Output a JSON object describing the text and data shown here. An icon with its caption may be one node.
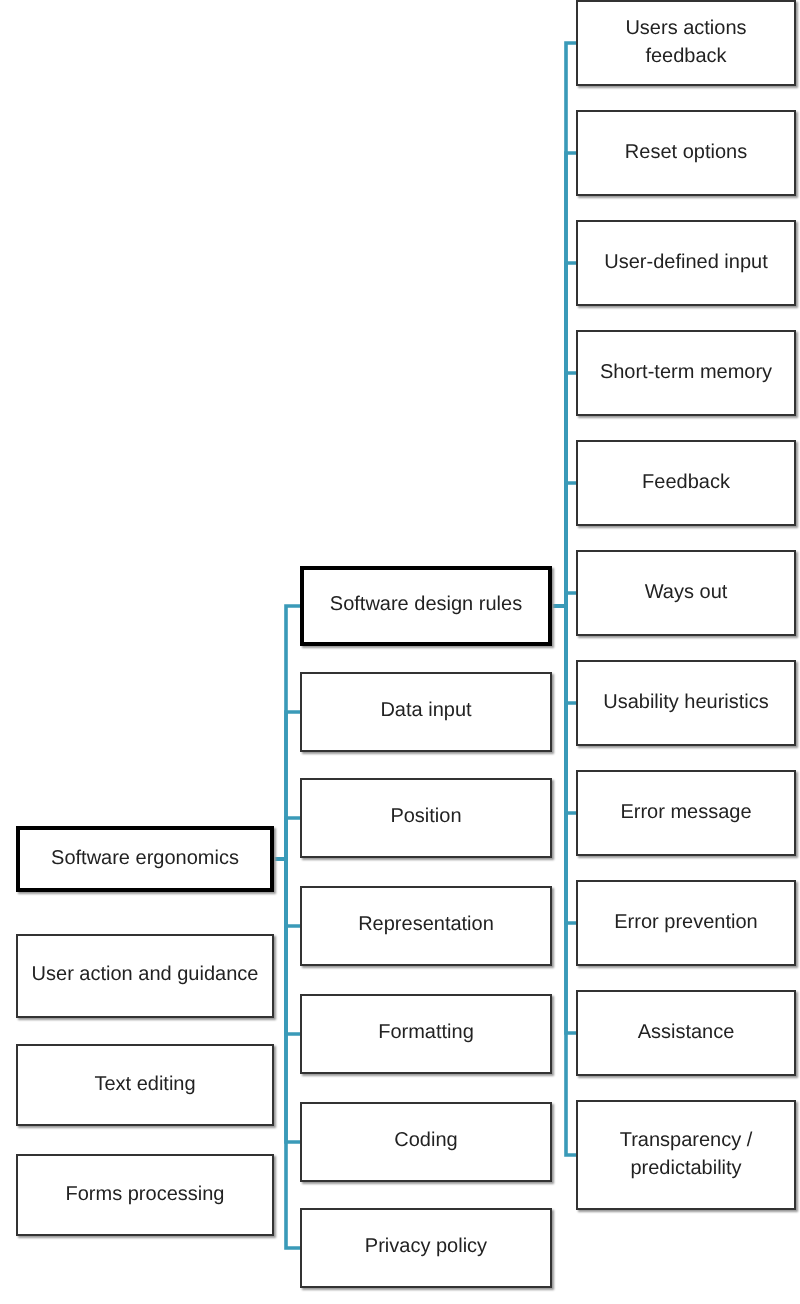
{
  "diagram": {
    "nodes": [
      {
        "text": [
          "Software ergonomics"
        ]
      },
      {
        "text": [
          "User action and guidance"
        ]
      },
      {
        "text": [
          "Text editing"
        ]
      },
      {
        "text": [
          "Forms processing"
        ]
      },
      {
        "text": [
          "Software design rules"
        ]
      },
      {
        "text": [
          "Data input"
        ]
      },
      {
        "text": [
          "Position"
        ]
      },
      {
        "text": [
          "Representation"
        ]
      },
      {
        "text": [
          "Formatting"
        ]
      },
      {
        "text": [
          "Coding"
        ]
      },
      {
        "text": [
          "Privacy policy"
        ]
      },
      {
        "text": [
          "Users actions feedback"
        ]
      },
      {
        "text": [
          "Reset options"
        ]
      },
      {
        "text": [
          "User-defined input"
        ]
      },
      {
        "text": [
          "Short-term memory"
        ]
      },
      {
        "text": [
          "Feedback"
        ]
      },
      {
        "text": [
          "Ways out"
        ]
      },
      {
        "text": [
          "Usability heuristics"
        ]
      },
      {
        "text": [
          "Error message"
        ]
      },
      {
        "text": [
          "Error prevention"
        ]
      },
      {
        "text": [
          "Assistance"
        ]
      },
      {
        "text": [
          "Transparency / predictability"
        ]
      }
    ],
    "edges": [
      {
        "from": 0,
        "to": 4,
        "arrow": "none"
      },
      {
        "from": 0,
        "to": 5,
        "arrow": "none"
      },
      {
        "from": 0,
        "to": 6,
        "arrow": "none"
      },
      {
        "from": 0,
        "to": 7,
        "arrow": "none"
      },
      {
        "from": 0,
        "to": 8,
        "arrow": "none"
      },
      {
        "from": 0,
        "to": 9,
        "arrow": "none"
      },
      {
        "from": 0,
        "to": 10,
        "arrow": "none"
      },
      {
        "from": 4,
        "to": 11,
        "arrow": "none"
      },
      {
        "from": 4,
        "to": 12,
        "arrow": "none"
      },
      {
        "from": 4,
        "to": 13,
        "arrow": "none"
      },
      {
        "from": 4,
        "to": 14,
        "arrow": "none"
      },
      {
        "from": 4,
        "to": 15,
        "arrow": "none"
      },
      {
        "from": 4,
        "to": 16,
        "arrow": "none"
      },
      {
        "from": 4,
        "to": 17,
        "arrow": "none"
      },
      {
        "from": 4,
        "to": 18,
        "arrow": "none"
      },
      {
        "from": 4,
        "to": 19,
        "arrow": "none"
      },
      {
        "from": 4,
        "to": 20,
        "arrow": "none"
      },
      {
        "from": 4,
        "to": 21,
        "arrow": "none"
      }
    ]
  }
}
